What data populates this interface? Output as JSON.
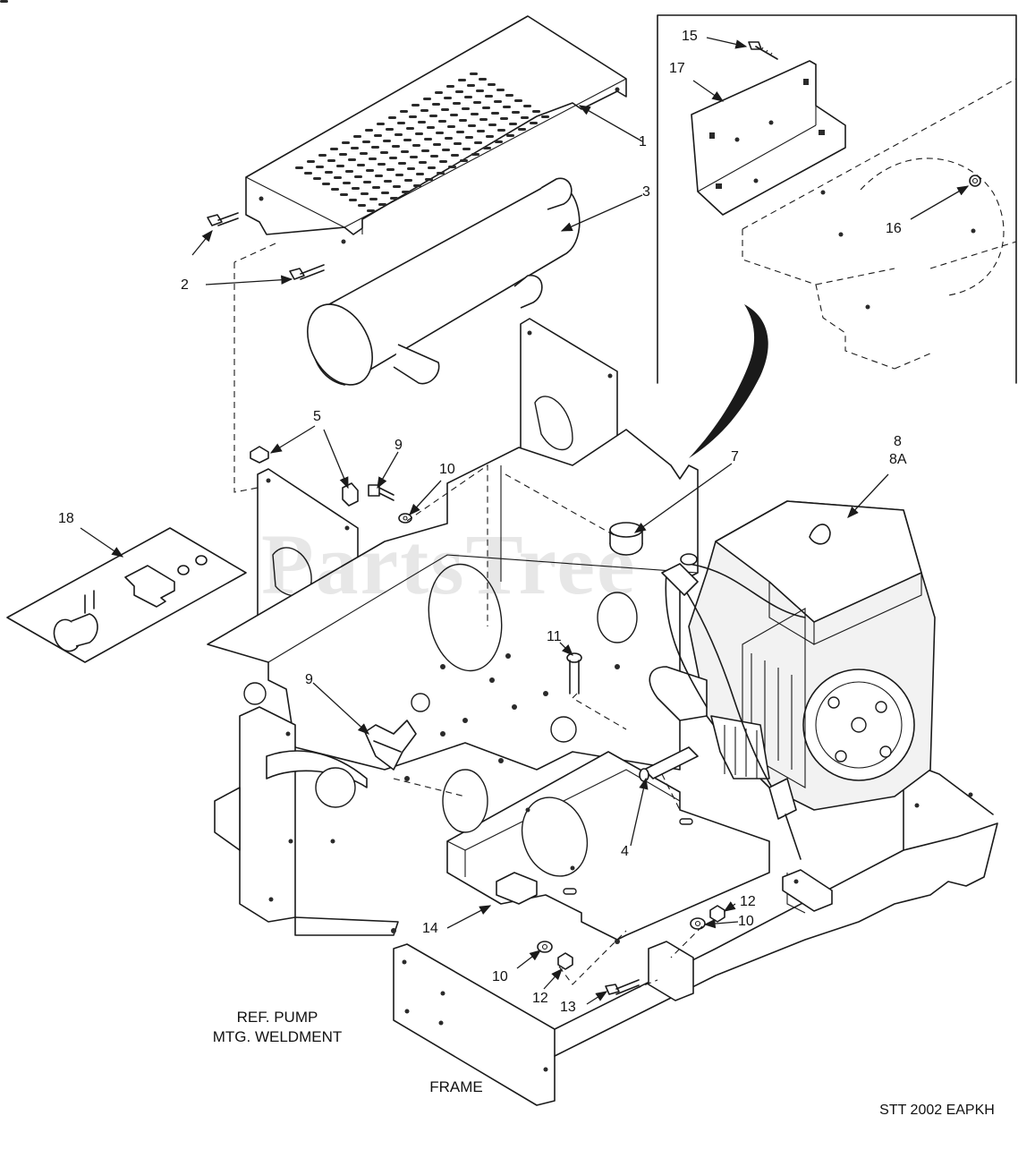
{
  "diagram": {
    "part_numbers": [
      "1",
      "2",
      "3",
      "4",
      "5",
      "7",
      "8",
      "8A",
      "9",
      "9",
      "10",
      "10",
      "10",
      "11",
      "12",
      "12",
      "13",
      "14",
      "15",
      "16",
      "17",
      "18"
    ],
    "notes": {
      "ref_pump": "REF. PUMP\nMTG. WELDMENT",
      "frame": "FRAME",
      "code": "STT 2002 EAPKH"
    },
    "watermark": "PartsTree"
  }
}
